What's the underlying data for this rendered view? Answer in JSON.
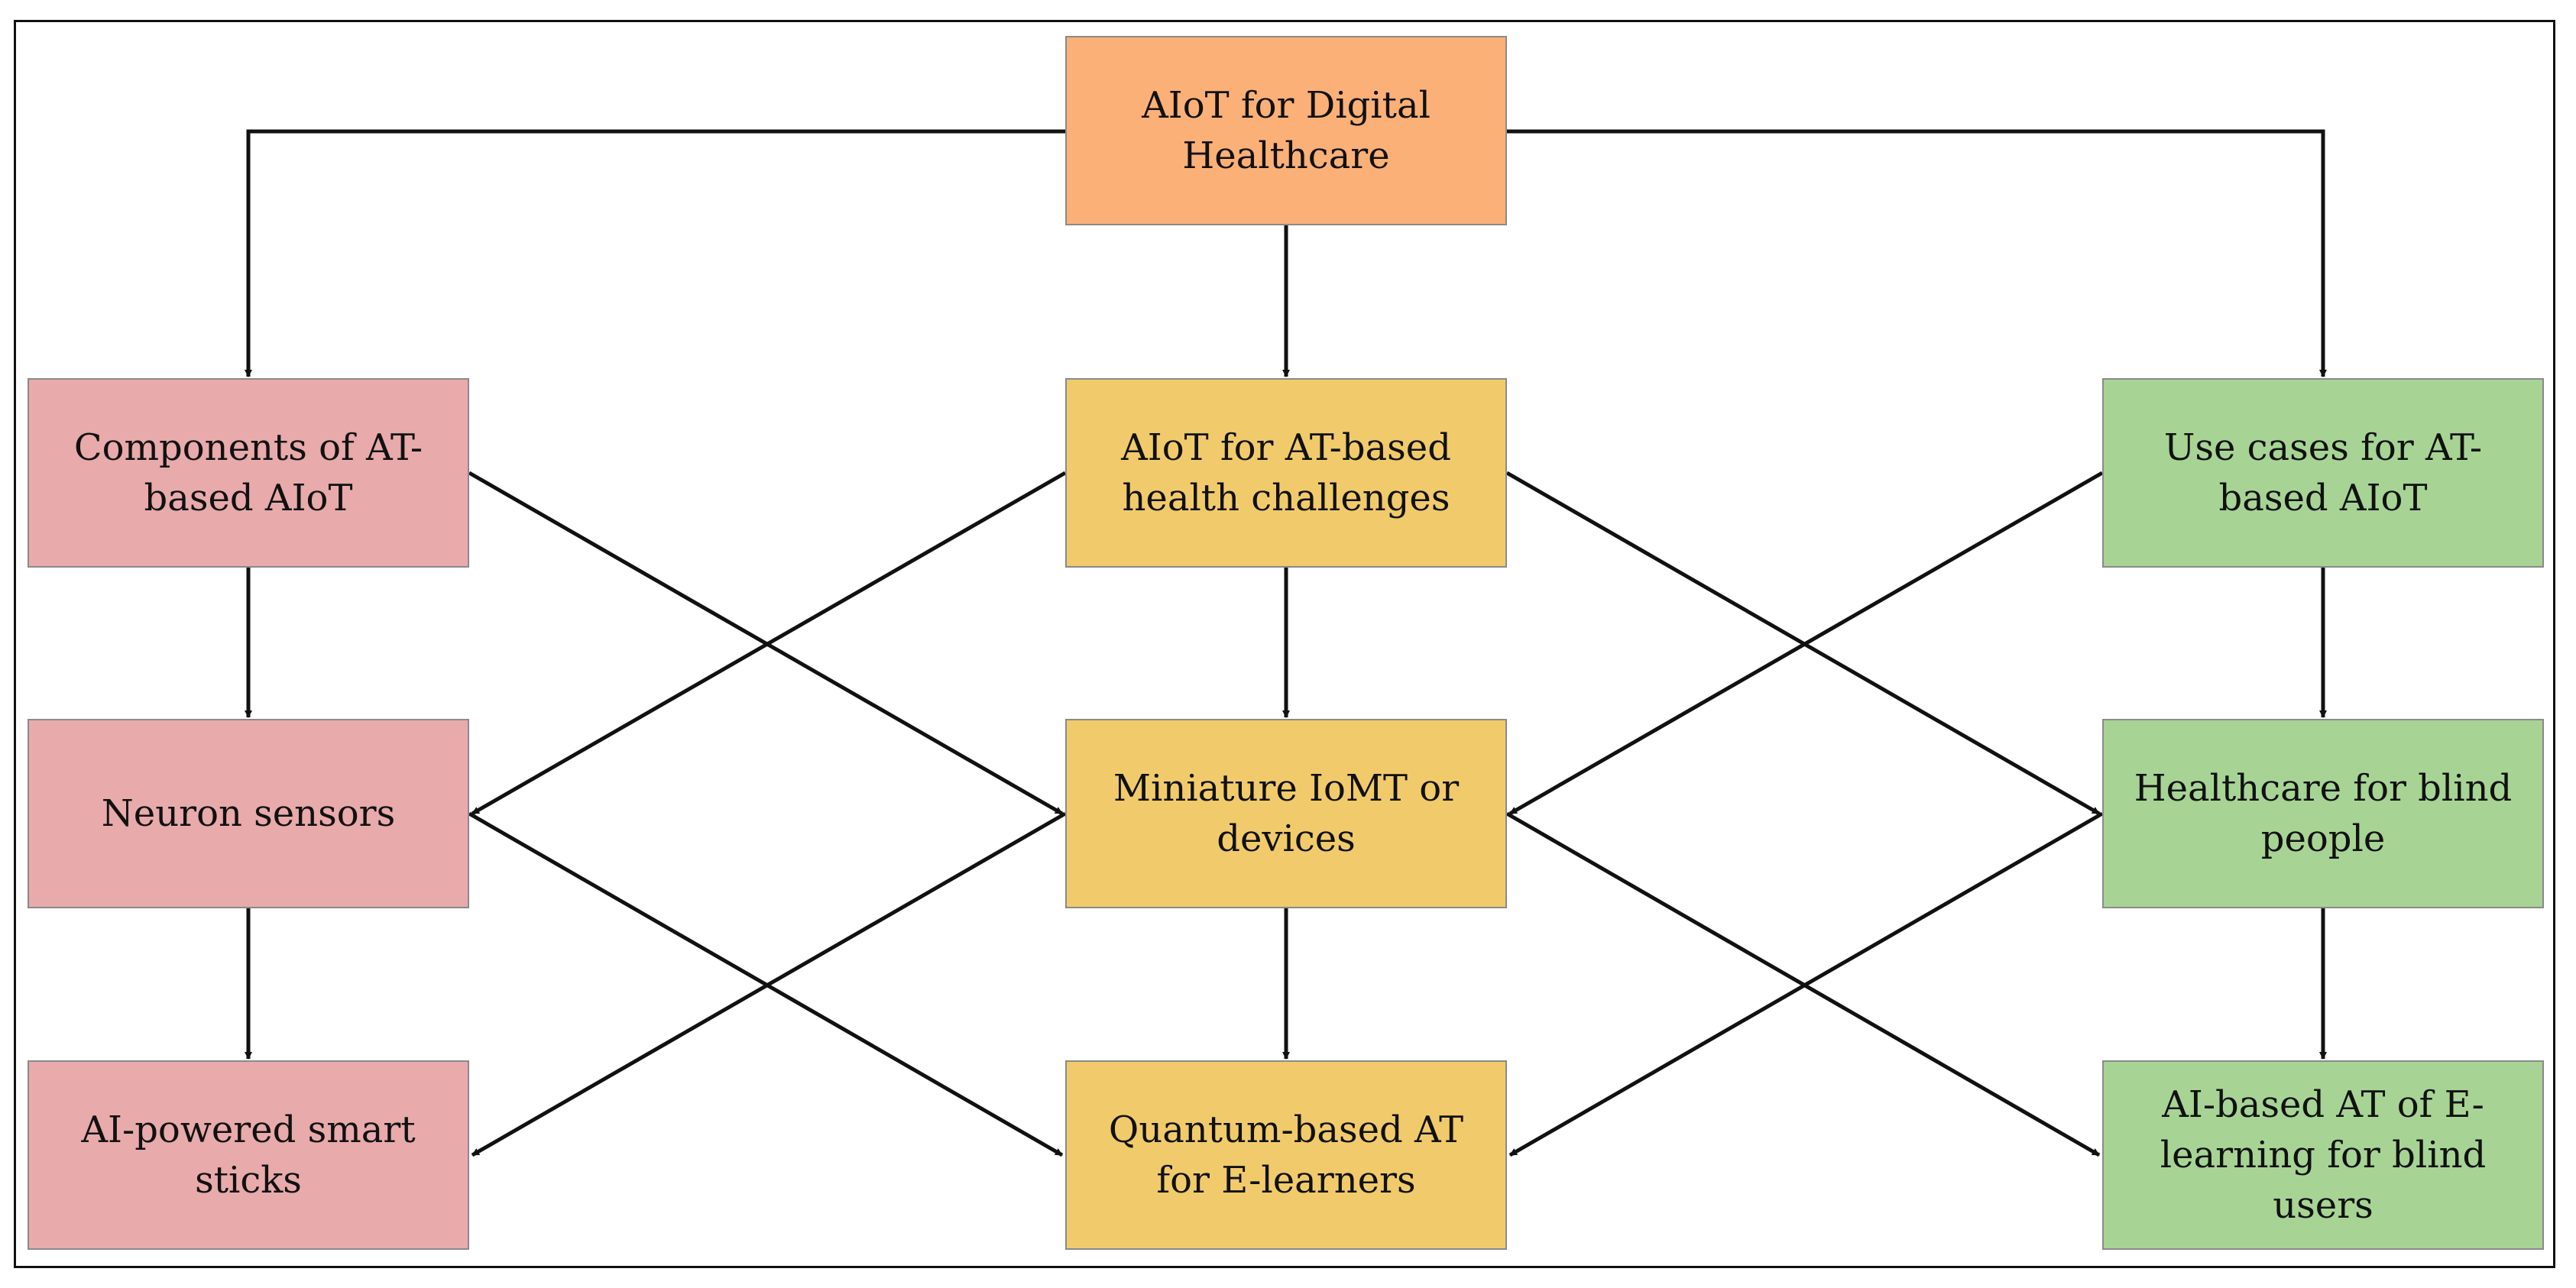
{
  "colors": {
    "root": "#fbb077",
    "left_column": "#e8aaab",
    "center_column": "#f1cb6b",
    "right_column": "#a7d494",
    "arrow": "#111111",
    "border": "#111111"
  },
  "diagram": {
    "root": {
      "label": "AIoT for Digital Healthcare"
    },
    "left": {
      "header": "Components of AT-based AIoT",
      "items": [
        "Neuron sensors",
        "AI-powered smart sticks"
      ]
    },
    "center": {
      "header": "AIoT for AT-based health challenges",
      "items": [
        "Miniature IoMT or devices",
        "Quantum-based AT for E-learners"
      ]
    },
    "right": {
      "header": "Use cases for AT-based AIoT",
      "items": [
        "Healthcare for blind people",
        "AI-based AT of E-learning for blind users"
      ]
    },
    "edges": [
      {
        "from": "root",
        "to": "left.header"
      },
      {
        "from": "root",
        "to": "center.header"
      },
      {
        "from": "root",
        "to": "right.header"
      },
      {
        "from": "left.header",
        "to": "left.items.0"
      },
      {
        "from": "left.items.0",
        "to": "left.items.1"
      },
      {
        "from": "center.header",
        "to": "center.items.0"
      },
      {
        "from": "center.items.0",
        "to": "center.items.1"
      },
      {
        "from": "right.header",
        "to": "right.items.0"
      },
      {
        "from": "right.items.0",
        "to": "right.items.1"
      },
      {
        "from": "left.header",
        "to": "center.items.0"
      },
      {
        "from": "center.header",
        "to": "left.items.0"
      },
      {
        "from": "center.header",
        "to": "right.items.0"
      },
      {
        "from": "right.header",
        "to": "center.items.0"
      },
      {
        "from": "left.items.0",
        "to": "center.items.1"
      },
      {
        "from": "center.items.0",
        "to": "left.items.1"
      },
      {
        "from": "center.items.0",
        "to": "right.items.1"
      },
      {
        "from": "right.items.0",
        "to": "center.items.1"
      }
    ]
  }
}
